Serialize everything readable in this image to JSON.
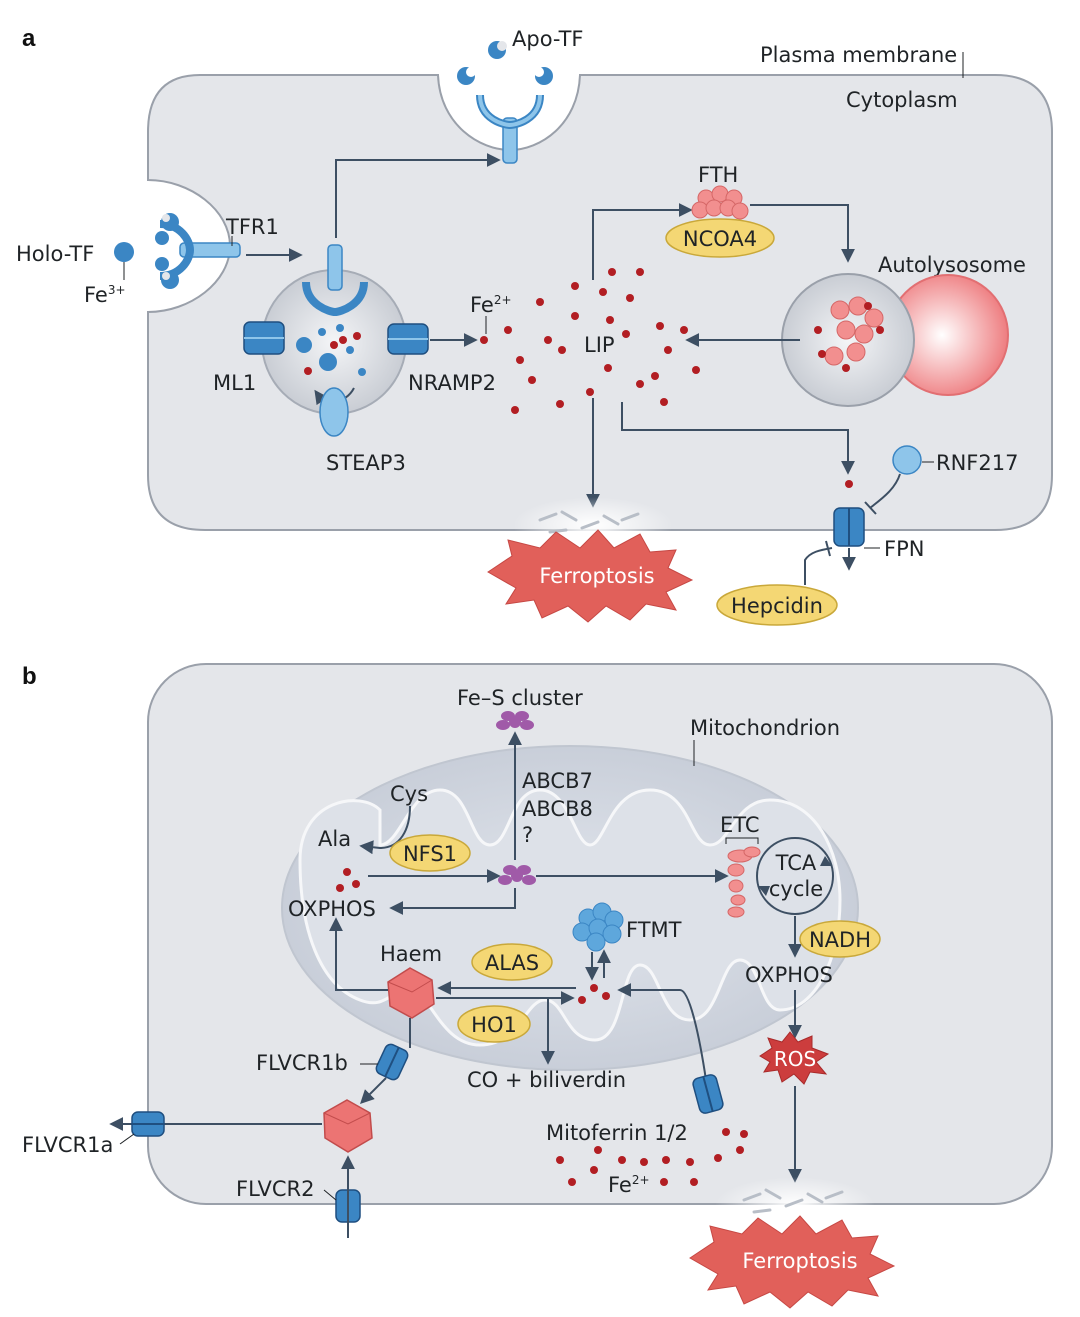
{
  "colors": {
    "cell_fill": "#e4e6ea",
    "cell_stroke": "#9aa0aa",
    "arrow": "#3d4f63",
    "iron_dot": "#b21e23",
    "blue": "#3b86c4",
    "light_blue": "#8ec5ea",
    "oval_fill": "#f4d774",
    "ferroptosis": "#e1605a",
    "pink": "#ee8a8a",
    "purple": "#a05aa8"
  },
  "panel_a": {
    "letter": "a",
    "apo_tf": "Apo-TF",
    "plasma_membrane": "Plasma membrane",
    "cytoplasm": "Cytoplasm",
    "holo_tf": "Holo-TF",
    "fe3": "Fe",
    "fe3_sup": "3+",
    "tfr1": "TFR1",
    "fth": "FTH",
    "ncoa4": "NCOA4",
    "autolysosome": "Autolysosome",
    "fe2": "Fe",
    "fe2_sup": "2+",
    "lip": "LIP",
    "ml1": "ML1",
    "nramp2": "NRAMP2",
    "steap3": "STEAP3",
    "rnf217": "RNF217",
    "fpn": "FPN",
    "hepcidin": "Hepcidin",
    "ferroptosis": "Ferroptosis"
  },
  "panel_b": {
    "letter": "b",
    "fes_cluster": "Fe–S cluster",
    "mitochondrion": "Mitochondrion",
    "cys": "Cys",
    "ala": "Ala",
    "nfs1": "NFS1",
    "abcb7": "ABCB7",
    "abcb8": "ABCB8",
    "question": "?",
    "etc": "ETC",
    "tca": "TCA",
    "cycle": "cycle",
    "oxphos_left": "OXPHOS",
    "ftmt": "FTMT",
    "haem": "Haem",
    "alas": "ALAS",
    "nadh": "NADH",
    "oxphos_right": "OXPHOS",
    "ho1": "HO1",
    "co_biliverdin": "CO + biliverdin",
    "flvcr1b": "FLVCR1b",
    "ros": "ROS",
    "flvcr1a": "FLVCR1a",
    "mitoferrin": "Mitoferrin 1/2",
    "flvcr2": "FLVCR2",
    "fe2": "Fe",
    "fe2_sup": "2+",
    "ferroptosis": "Ferroptosis"
  }
}
